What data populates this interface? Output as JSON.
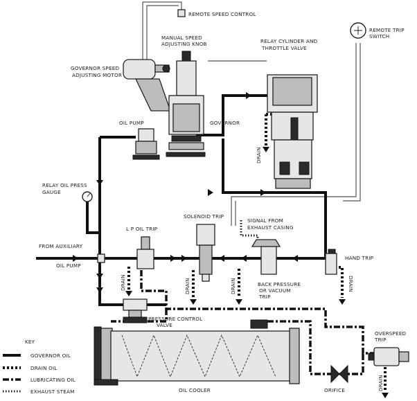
{
  "labels": {
    "remote_speed_control": "REMOTE SPEED CONTROL",
    "manual_speed_1": "MANUAL SPEED",
    "manual_speed_2": "ADJUSTING KNOB",
    "relay_cyl_1": "RELAY CYLINDER AND",
    "relay_cyl_2": "THROTTLE VALVE",
    "remote_trip_1": "REMOTE TRIP",
    "remote_trip_2": "SWITCH",
    "gov_motor_1": "GOVERNOR SPEED",
    "gov_motor_2": "ADJUSTING MOTOR",
    "oil_pump": "OIL PUMP",
    "governor": "GOVERNOR",
    "drain": "DRAIN",
    "relay_press_1": "RELAY OIL PRESS",
    "relay_press_2": "GAUGE",
    "solenoid_trip": "SOLENOID TRIP",
    "signal_1": "SIGNAL FROM",
    "signal_2": "EXHAUST CASING",
    "lp_oil_trip": "L P OIL TRIP",
    "from_aux_1": "FROM AUXILIARY",
    "from_aux_2": "OIL PUMP",
    "hand_trip": "HAND TRIP",
    "back_press_1": "BACK PRESSURE",
    "back_press_2": "OR VACUUM",
    "back_press_3": "TRIP",
    "pcv_1": "PRESSURE CONTROL",
    "pcv_2": "VALVE",
    "overspeed_1": "OVERSPEED",
    "overspeed_2": "TRIP",
    "oil_cooler": "OIL COOLER",
    "orifice": "ORIFICE"
  },
  "key": {
    "title": "KEY",
    "items": [
      {
        "label": "GOVERNOR OIL",
        "style": "solid"
      },
      {
        "label": "DRAIN OIL",
        "style": "dashed"
      },
      {
        "label": "LUBRICATING OIL",
        "style": "dash-dot"
      },
      {
        "label": "EXHAUST STEAM",
        "style": "dotted"
      }
    ]
  }
}
